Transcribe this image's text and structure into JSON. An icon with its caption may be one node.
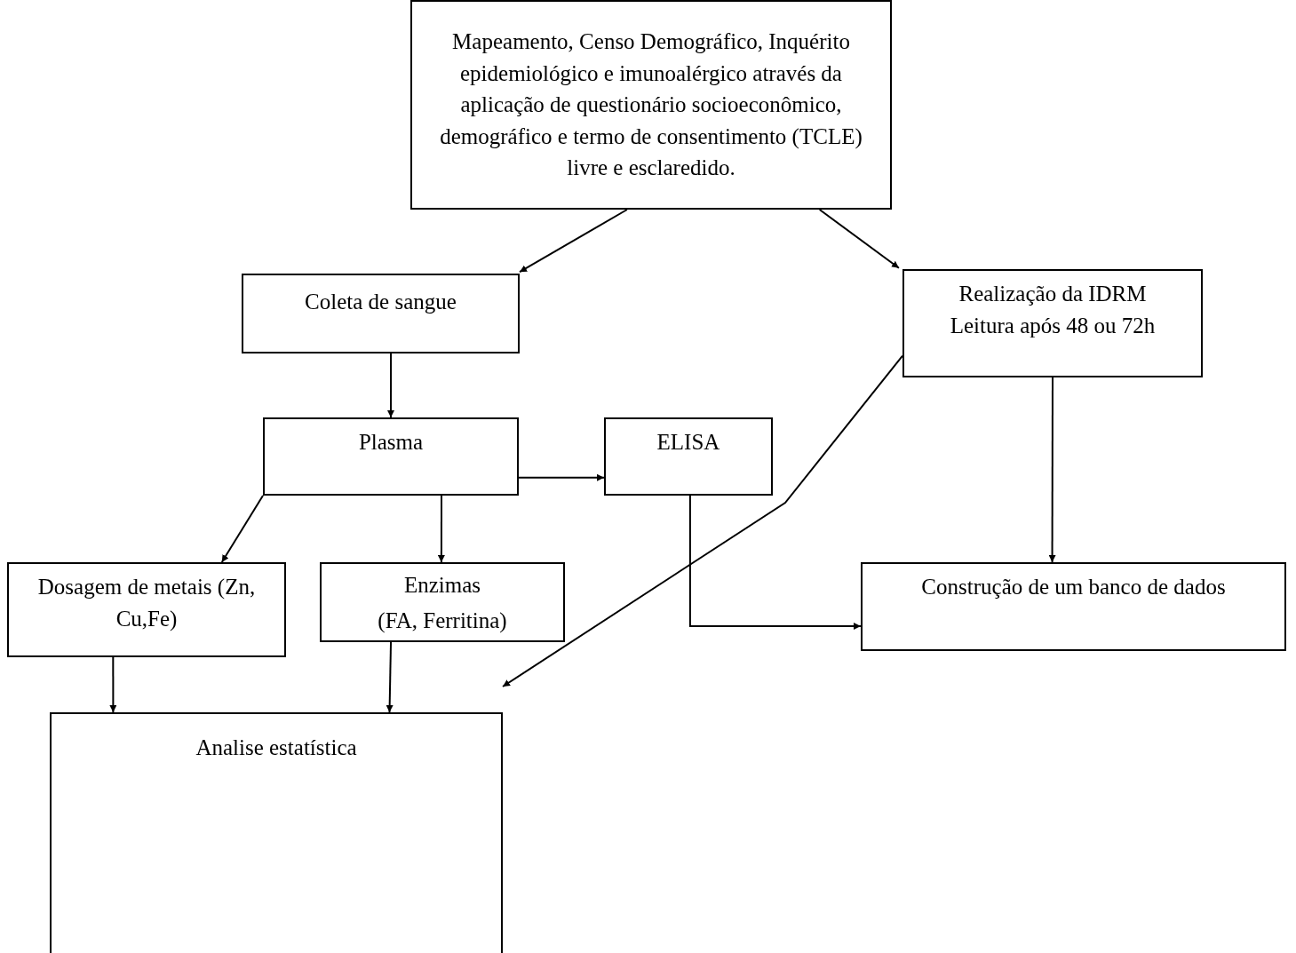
{
  "diagram": {
    "nodes": [
      {
        "text": [
          "Mapeamento, Censo Demográfico, Inquérito epidemiológico e imunoalérgico através da aplicação de questionário socioeconômico, demográfico e termo de consentimento (TCLE) livre e esclaredido."
        ]
      },
      {
        "text": [
          "Coleta de sangue"
        ]
      },
      {
        "text": [
          "Realização da IDRM Leitura após 48 ou 72h"
        ]
      },
      {
        "text": [
          "Plasma"
        ]
      },
      {
        "text": [
          "ELISA"
        ]
      },
      {
        "text": [
          "Dosagem de metais (Zn, Cu,Fe)"
        ]
      },
      {
        "text": [
          "Enzimas",
          "(FA, Ferritina)"
        ]
      },
      {
        "text": [
          "Construção de um banco de dados"
        ]
      },
      {
        "text": [
          "Analise estatística"
        ]
      }
    ],
    "edges": [
      {
        "from": 0,
        "to": 1,
        "arrow": "to"
      },
      {
        "from": 0,
        "to": 2,
        "arrow": "to"
      },
      {
        "from": 1,
        "to": 3,
        "arrow": "to"
      },
      {
        "from": 3,
        "to": 4,
        "arrow": "to"
      },
      {
        "from": 3,
        "to": 5,
        "arrow": "to"
      },
      {
        "from": 3,
        "to": 6,
        "arrow": "to"
      },
      {
        "from": 2,
        "to": 8,
        "arrow": "to"
      },
      {
        "from": 4,
        "to": 7,
        "arrow": "to"
      },
      {
        "from": 2,
        "to": 7,
        "arrow": "to"
      },
      {
        "from": 5,
        "to": 8,
        "arrow": "to"
      },
      {
        "from": 6,
        "to": 8,
        "arrow": "to"
      }
    ]
  }
}
